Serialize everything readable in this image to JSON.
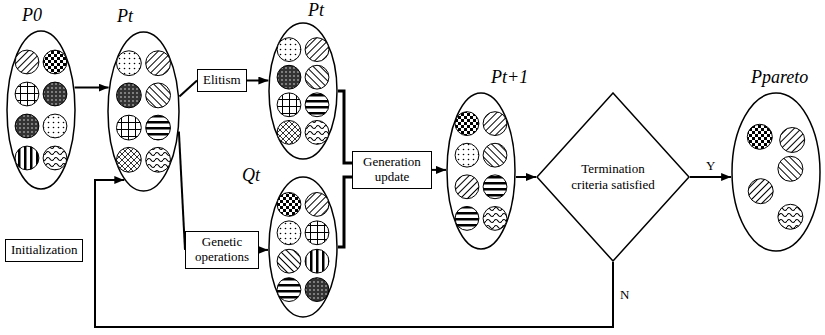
{
  "diagram": {
    "nodes": [
      {
        "text": [
          "P0"
        ]
      },
      {
        "text": [
          "Initialization"
        ]
      },
      {
        "text": [
          "Pt"
        ]
      },
      {
        "text": [
          "Elitism"
        ]
      },
      {
        "text": [
          "Genetic operations"
        ]
      },
      {
        "text": [
          "Pt"
        ]
      },
      {
        "text": [
          "Qt"
        ]
      },
      {
        "text": [
          "Generation update"
        ]
      },
      {
        "text": [
          "Pt+1"
        ]
      },
      {
        "text": [
          "Termination criteria satisfied"
        ]
      },
      {
        "text": [
          "Ppareto"
        ]
      }
    ],
    "edges": [
      {
        "from": 0,
        "to": 2,
        "arrow": "to"
      },
      {
        "from": 2,
        "to": 3,
        "arrow": "none"
      },
      {
        "from": 3,
        "to": 5,
        "arrow": "to"
      },
      {
        "from": 2,
        "to": 4,
        "arrow": "none"
      },
      {
        "from": 4,
        "to": 6,
        "arrow": "to"
      },
      {
        "from": 5,
        "to": 7,
        "arrow": "none"
      },
      {
        "from": 6,
        "to": 7,
        "arrow": "none"
      },
      {
        "from": 7,
        "to": 8,
        "arrow": "to"
      },
      {
        "from": 8,
        "to": 9,
        "arrow": "to"
      },
      {
        "from": 9,
        "to": 10,
        "label": "Y",
        "arrow": "to"
      },
      {
        "from": 9,
        "to": 2,
        "label": "N",
        "arrow": "to"
      }
    ]
  }
}
